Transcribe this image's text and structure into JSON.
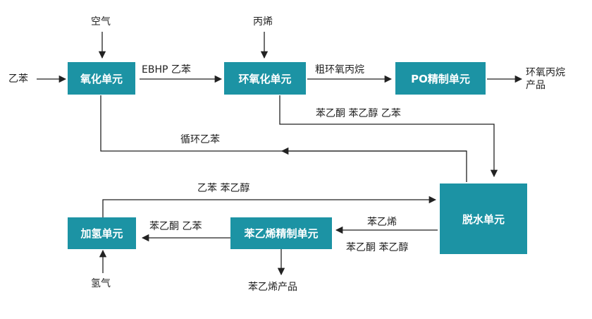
{
  "colors": {
    "box_fill": "#1c93a4",
    "box_text": "#ffffff",
    "arrow": "#222222",
    "text": "#222222"
  },
  "units": {
    "oxidation": "氧化单元",
    "epoxidation": "环氧化单元",
    "po_refining": "PO精制单元",
    "dehydration": "脱水单元",
    "styrene_refining": "苯乙烯精制单元",
    "hydrogenation": "加氢单元"
  },
  "streams": {
    "air": "空气",
    "propylene": "丙烯",
    "ethylbenzene_feed": "乙苯",
    "ebhp_ethylbenzene": "EBHP  乙苯",
    "crude_po": "粗环氧丙烷",
    "po_product": "环氧丙烷产品",
    "acetophenone_mixture": "苯乙酮  苯乙醇  乙苯",
    "recycle_ethylbenzene": "循环乙苯",
    "ethylbenzene_phenylethanol": "乙苯    苯乙醇",
    "styrene": "苯乙烯",
    "acetophenone_phenylethanol": "苯乙酮  苯乙醇",
    "acetophenone_ethylbenzene": "苯乙酮  乙苯",
    "hydrogen": "氢气",
    "styrene_product": "苯乙烯产品"
  }
}
